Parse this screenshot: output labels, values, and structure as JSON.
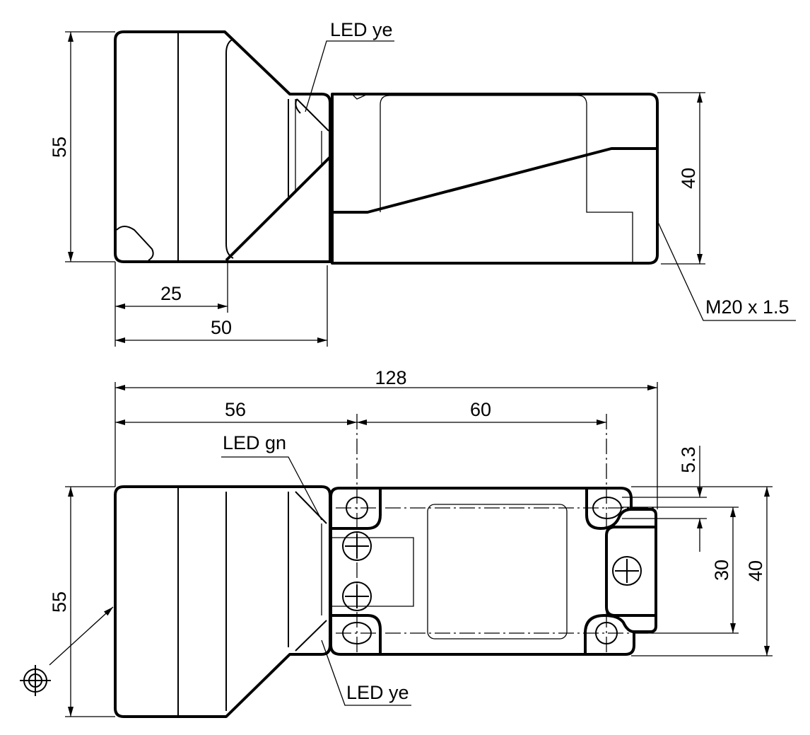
{
  "title": "Dimensional drawing",
  "top_view": {
    "led_label": "LED ye",
    "dim_height": "55",
    "dim_body_height": "40",
    "dim_head_depth": "25",
    "dim_head_total": "50",
    "thread": "M20 x 1.5"
  },
  "bottom_view": {
    "dim_total_length": "128",
    "dim_head_to_hole": "56",
    "dim_hole_spacing": "60",
    "dim_hole_dia": "5.3",
    "dim_hole_pitch": "30",
    "dim_width": "40",
    "dim_height": "55",
    "led_gn_label": "LED gn",
    "led_ye_label": "LED ye",
    "datum_symbol": "target-symbol"
  }
}
